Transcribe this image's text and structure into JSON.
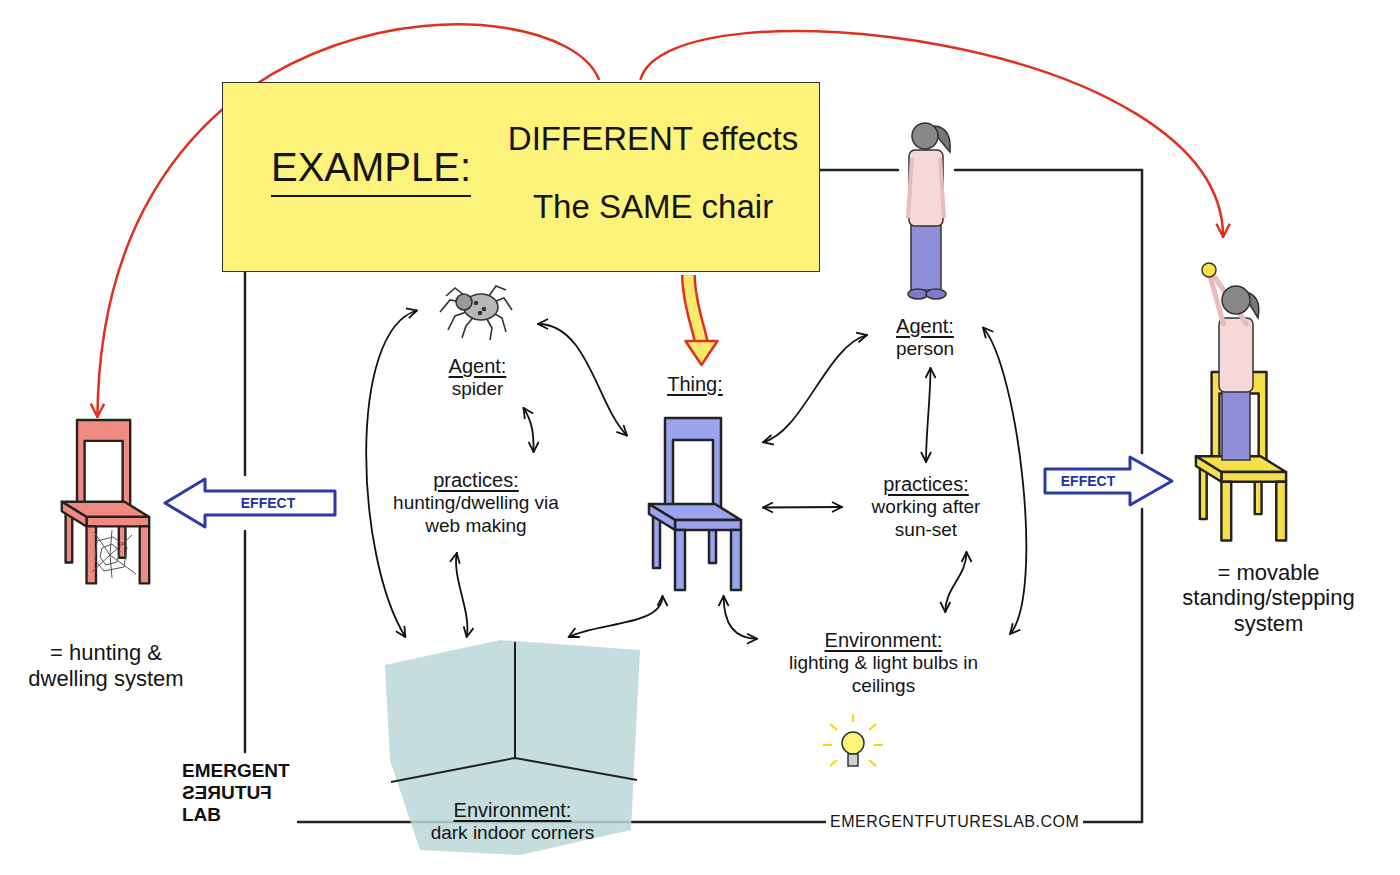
{
  "diagram": {
    "nodes": [
      {
        "text": [
          "EXAMPLE:",
          "DIFFERENT effects The SAME chair"
        ]
      },
      {
        "text": [
          "Agent:",
          "spider"
        ]
      },
      {
        "text": [
          "Thing:"
        ]
      },
      {
        "text": [
          "Agent:",
          "person"
        ]
      },
      {
        "text": [
          "practices:",
          "hunting/dwelling via web making"
        ]
      },
      {
        "text": [
          "practices:",
          "working after sun-set"
        ]
      },
      {
        "text": [
          "Environment:",
          "dark indoor corners"
        ]
      },
      {
        "text": [
          "Environment:",
          "lighting & light bulbs in ceilings"
        ]
      },
      {
        "text": [
          "= hunting & dwelling system"
        ]
      },
      {
        "text": [
          "= movable standing/stepping system"
        ]
      }
    ],
    "edges": [
      {
        "from": 0,
        "to": 2,
        "arrow": "to"
      },
      {
        "from": 0,
        "to": 8,
        "arrow": "to"
      },
      {
        "from": 0,
        "to": 9,
        "arrow": "to"
      },
      {
        "from": 1,
        "to": 2,
        "arrow": "both"
      },
      {
        "from": 1,
        "to": 4,
        "arrow": "both"
      },
      {
        "from": 1,
        "to": 6,
        "arrow": "both"
      },
      {
        "from": 4,
        "to": 6,
        "arrow": "both"
      },
      {
        "from": 2,
        "to": 6,
        "arrow": "both"
      },
      {
        "from": 2,
        "to": 3,
        "arrow": "both"
      },
      {
        "from": 2,
        "to": 5,
        "arrow": "both"
      },
      {
        "from": 2,
        "to": 7,
        "arrow": "both"
      },
      {
        "from": 3,
        "to": 5,
        "arrow": "both"
      },
      {
        "from": 5,
        "to": 7,
        "arrow": "both"
      },
      {
        "from": 3,
        "to": 7,
        "arrow": "both"
      }
    ],
    "labels": [
      "EFFECT",
      "EFFECT",
      "EMERGENT",
      "FUTURES",
      "LAB",
      "EMERGENTFUTURESLAB.COM"
    ]
  }
}
